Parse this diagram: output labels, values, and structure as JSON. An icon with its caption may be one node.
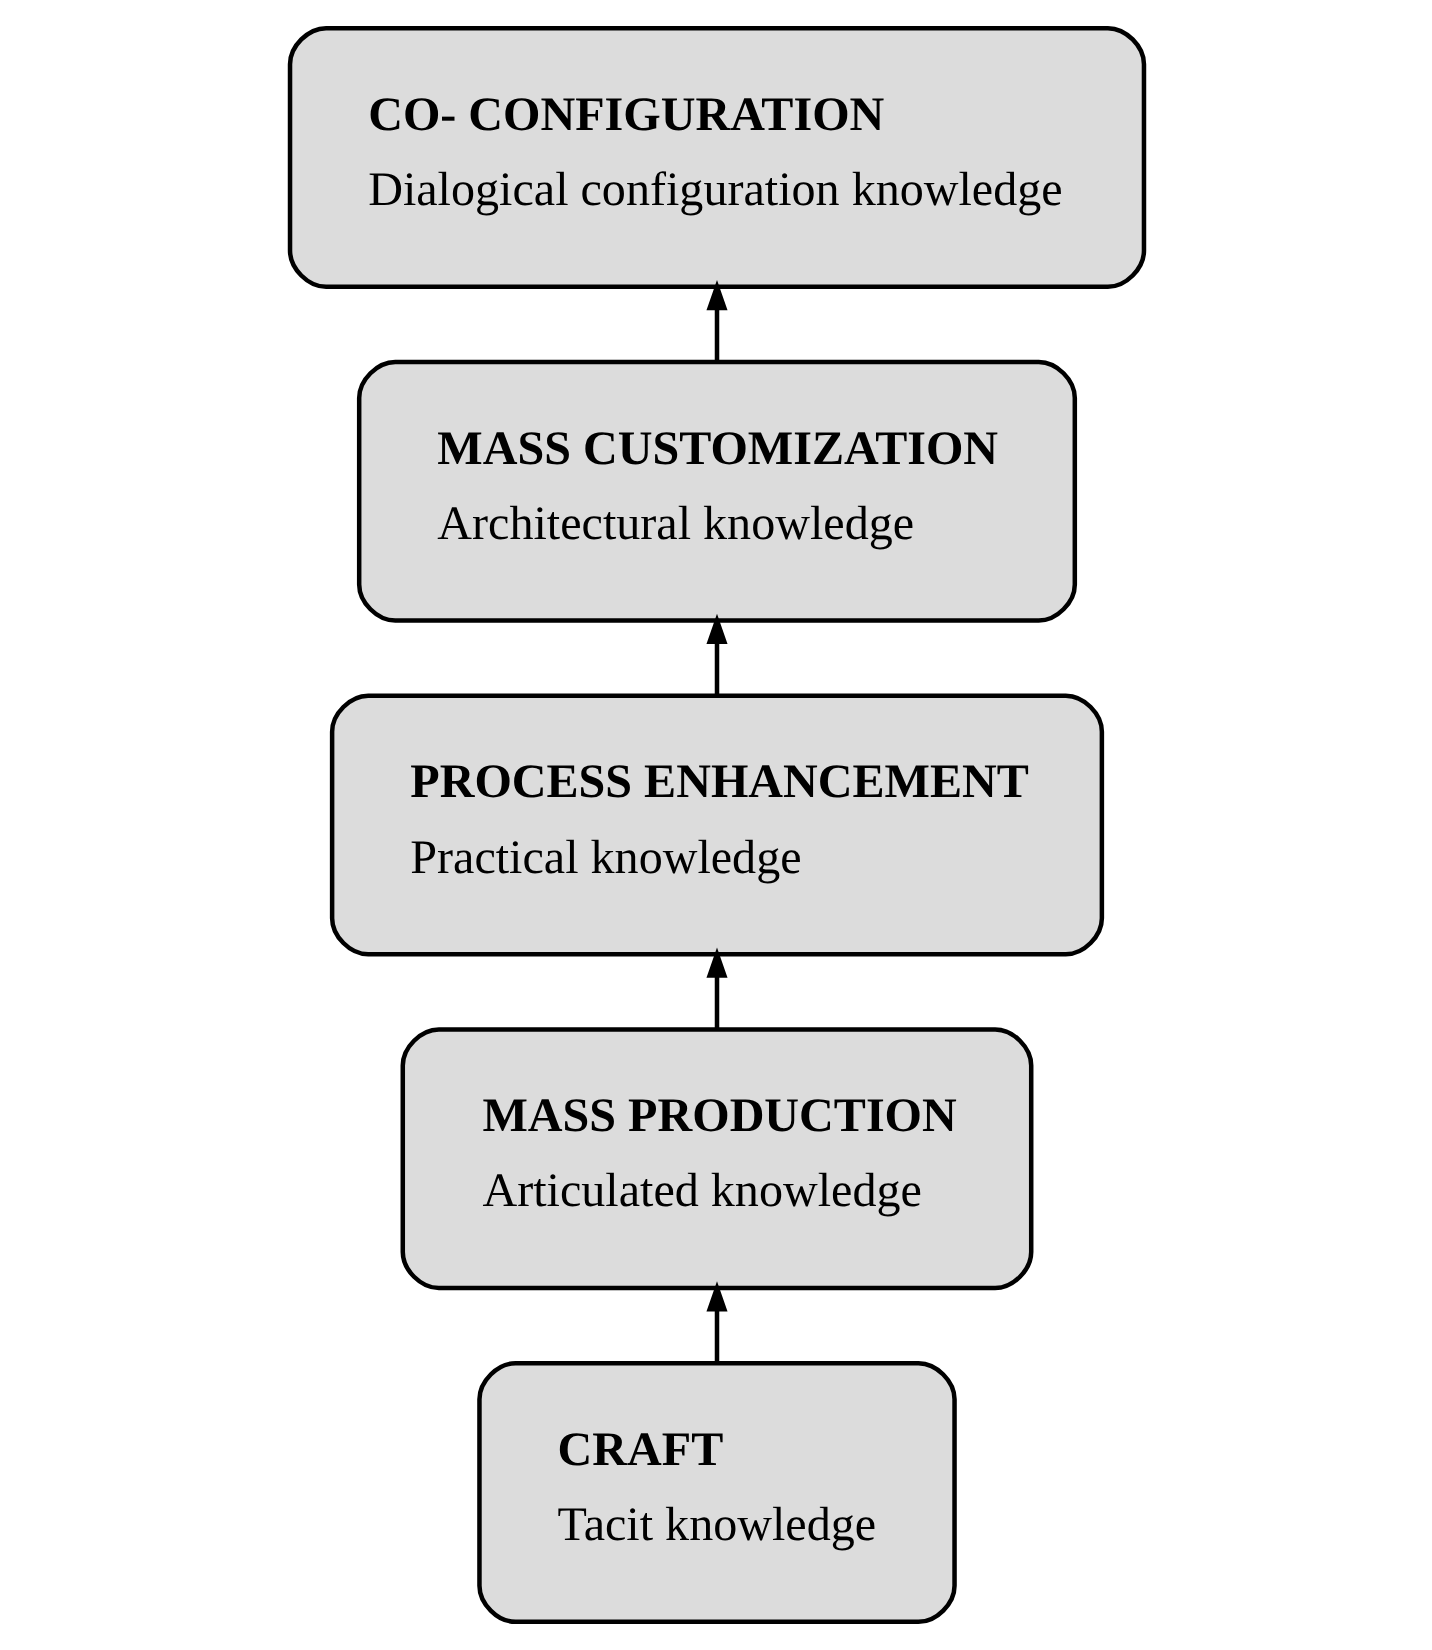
{
  "diagram": {
    "nodes": [
      {
        "text": [
          "CRAFT",
          "Tacit knowledge"
        ]
      },
      {
        "text": [
          "MASS PRODUCTION",
          "Articulated knowledge"
        ]
      },
      {
        "text": [
          "PROCESS ENHANCEMENT",
          "Practical knowledge"
        ]
      },
      {
        "text": [
          "MASS CUSTOMIZATION",
          "Architectural knowledge"
        ]
      },
      {
        "text": [
          "CO- CONFIGURATION",
          "Dialogical configuration knowledge"
        ]
      }
    ],
    "edges": [
      {
        "from": 0,
        "to": 1,
        "arrow": "to"
      },
      {
        "from": 1,
        "to": 2,
        "arrow": "to"
      },
      {
        "from": 2,
        "to": 3,
        "arrow": "to"
      },
      {
        "from": 3,
        "to": 4,
        "arrow": "to"
      }
    ]
  }
}
